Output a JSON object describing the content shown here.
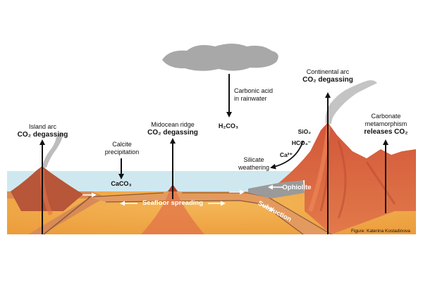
{
  "labels": {
    "island_arc_l1": "Island arc",
    "island_arc_l2": "CO₂ degassing",
    "calcite_l1": "Calcite",
    "calcite_l2": "precipitation",
    "caco3": "CaCO₃",
    "midocean_l1": "Midocean ridge",
    "midocean_l2": "CO₂ degassing",
    "carbonic_l1": "Carbonic acid",
    "carbonic_l2": "in rainwater",
    "h2co3": "H₂CO₃",
    "continental_l1": "Continental arc",
    "continental_l2": "CO₂ degassing",
    "carbonate_l1": "Carbonate",
    "carbonate_l2": "metamorphism",
    "carbonate_l3": "releases CO₂",
    "sio2": "SiO₂",
    "hco3": "HCO₃⁻",
    "ca2": "Ca²⁺",
    "silicate_l1": "Silicate",
    "silicate_l2": "weathering",
    "ophiolite": "Ophiolite",
    "seafloor": "Seafloor spreading",
    "subduction": "Subduction",
    "credit": "Figure: Katerina Kostadinova"
  },
  "colors": {
    "ocean": "#cfe8ef",
    "mantle": "#f1ab47",
    "plate": "#d98a55",
    "volcano": "#c9482e",
    "smoke": "#bdbdbd",
    "cloud": "#a8a8a8",
    "arrow": "#111111"
  }
}
